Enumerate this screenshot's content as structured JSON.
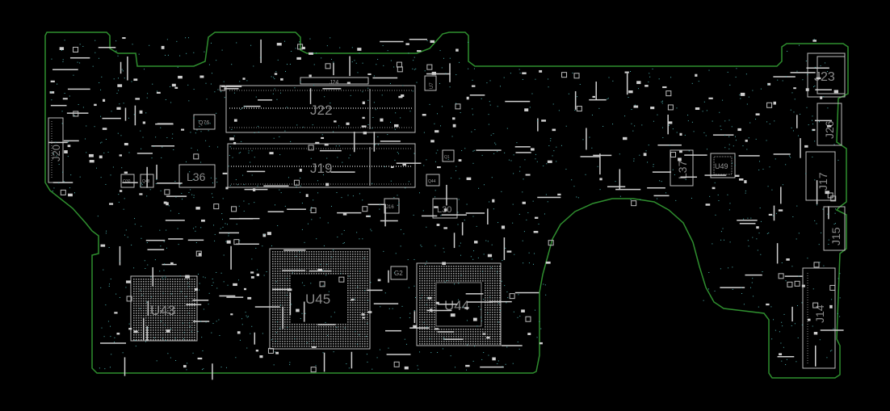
{
  "board": {
    "outline_color": "#2f8f2f",
    "background": "#000000",
    "component_color": "#bdbdbd",
    "via_color": "#4fb3b3"
  },
  "labels": {
    "J24": "J24",
    "J22": "J22",
    "J19": "J19",
    "J20": "J20",
    "L36": "L36",
    "Q76": "Q76",
    "Q30": "Q30",
    "Q48": "Q48",
    "J16": "J16",
    "L30": "L30",
    "U43": "U43",
    "U45": "U45",
    "U44": "U44",
    "G2": "G2",
    "J23": "J23",
    "J26": "J26",
    "L37": "L37",
    "U49": "U49",
    "J17": "J17",
    "J15": "J15",
    "J14": "J14",
    "U7": "U7",
    "Q1": "Q1",
    "Q44": "Q44"
  }
}
